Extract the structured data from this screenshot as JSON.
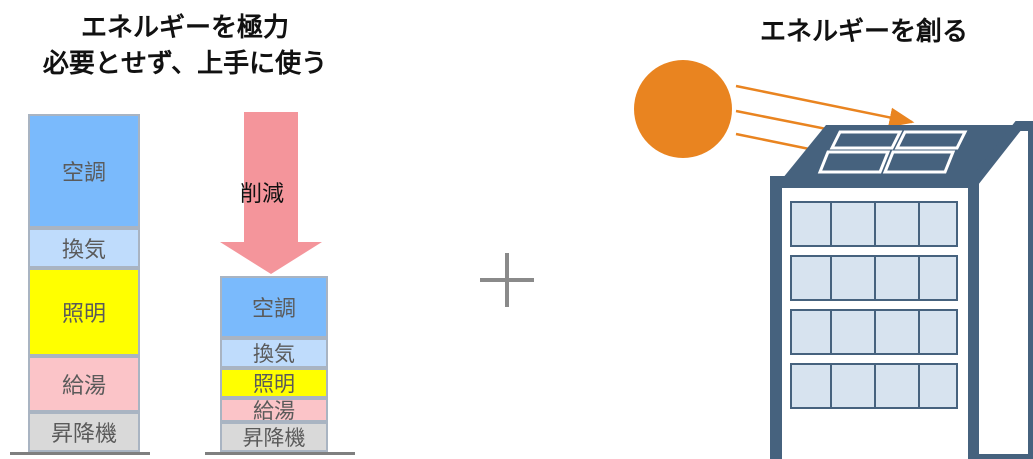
{
  "left_title": [
    "エネルギーを極力",
    "必要とせず、上手に使う"
  ],
  "right_title": "エネルギーを創る",
  "reduction_label": "削減",
  "plus_sign": "+",
  "before_stack": [
    {
      "label": "空調",
      "color": "#7abafc"
    },
    {
      "label": "換気",
      "color": "#bfdcfc"
    },
    {
      "label": "照明",
      "color": "#ffff00"
    },
    {
      "label": "給湯",
      "color": "#fbc4c8"
    },
    {
      "label": "昇降機",
      "color": "#d9d9d9"
    }
  ],
  "after_stack": [
    {
      "label": "空調",
      "color": "#7abafc"
    },
    {
      "label": "換気",
      "color": "#bfdcfc"
    },
    {
      "label": "照明",
      "color": "#ffff00"
    },
    {
      "label": "給湯",
      "color": "#fbc4c8"
    },
    {
      "label": "昇降機",
      "color": "#d9d9d9"
    }
  ],
  "colors": {
    "arrow": "#f4959b",
    "sun": "#e98420",
    "sun_rays": "#e98420",
    "building_frame": "#46627e",
    "window": "#d7e3ef"
  }
}
